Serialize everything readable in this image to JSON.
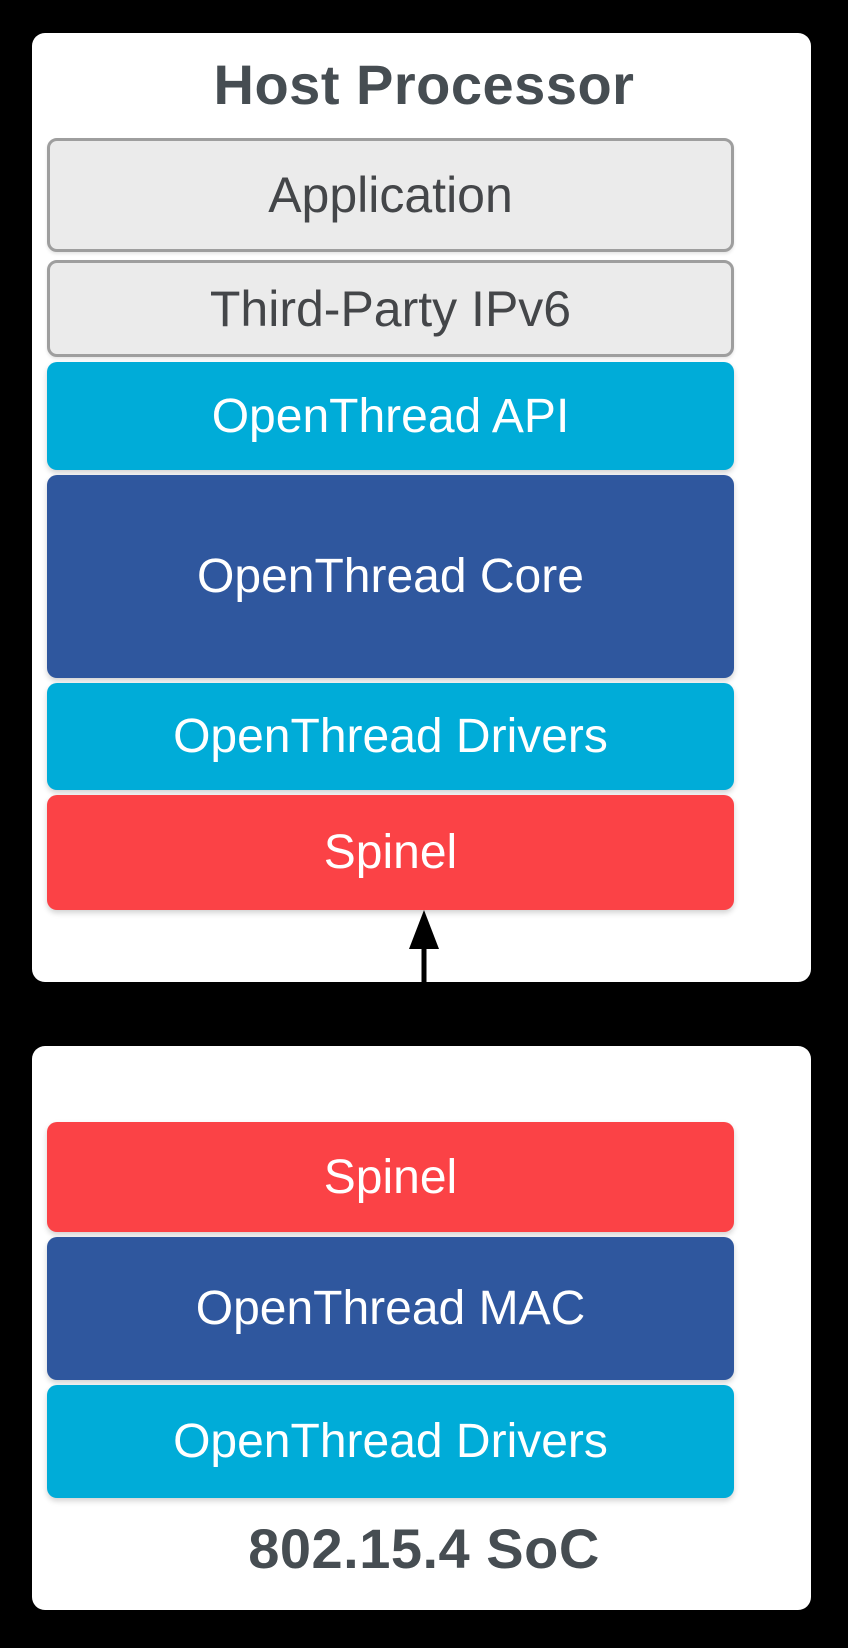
{
  "diagram": {
    "host": {
      "title": "Host Processor",
      "layers": [
        {
          "label": "Application",
          "color": "gray"
        },
        {
          "label": "Third-Party IPv6",
          "color": "gray"
        },
        {
          "label": "OpenThread API",
          "color": "cyan"
        },
        {
          "label": "OpenThread Core",
          "color": "blue"
        },
        {
          "label": "OpenThread Drivers",
          "color": "cyan"
        },
        {
          "label": "Spinel",
          "color": "red"
        }
      ]
    },
    "soc": {
      "title": "802.15.4 SoC",
      "layers": [
        {
          "label": "Spinel",
          "color": "red"
        },
        {
          "label": "OpenThread MAC",
          "color": "blue"
        },
        {
          "label": "OpenThread Drivers",
          "color": "cyan"
        }
      ]
    },
    "connector": {
      "type": "bidirectional-arrow",
      "connects": "Spinel ↔ Spinel",
      "color": "#000000"
    },
    "palette": {
      "background": "#000000",
      "panel": "#FFFFFF",
      "gray_fill": "#EBEBEB",
      "gray_border": "#9E9E9E",
      "cyan": "#00ACD8",
      "blue": "#2F579E",
      "red": "#FB4246",
      "dark_text": "#464D52",
      "light_text": "#FFFFFF"
    }
  }
}
